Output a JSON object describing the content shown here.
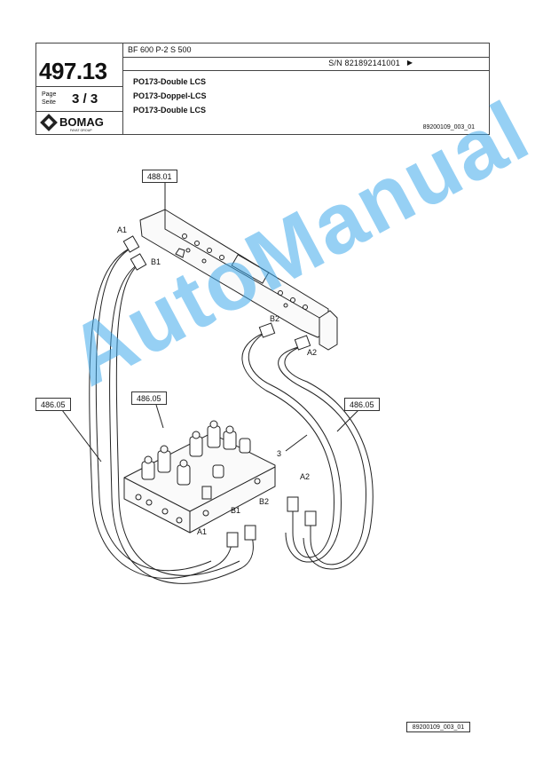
{
  "header": {
    "group_number": "497.13",
    "page_label_en": "Page",
    "page_label_de": "Seite",
    "page_value": "3 / 3",
    "model": "BF 600 P-2 S 500",
    "serial": "S/N 821892141001",
    "serial_arrow": "▶",
    "titles": [
      "PO173-Double LCS",
      "PO173-Doppel-LCS",
      "PO173-Double LCS"
    ],
    "doc_ref": "89200109_003_01",
    "logo_text": "BOMAG",
    "logo_sub": "FAYAT GROUP"
  },
  "drawing": {
    "callouts": [
      "488.01",
      "486.05",
      "486.05",
      "486.05"
    ],
    "labels": [
      "A1",
      "B1",
      "B2",
      "A2",
      "3",
      "A2",
      "B2",
      "B1",
      "A1"
    ]
  },
  "watermark": "AutoManual",
  "footer": {
    "doc_ref": "89200109_003_01"
  }
}
